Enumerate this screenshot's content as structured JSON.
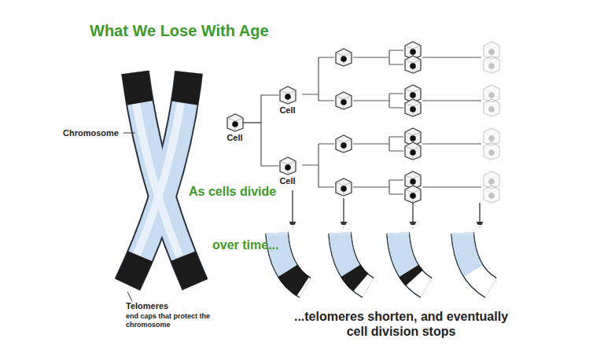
{
  "diagram": {
    "title": "What We Lose With Age",
    "nodes": [
      {
        "text": [
          "Cell"
        ]
      },
      {
        "text": [
          "Cell"
        ]
      },
      {
        "text": [
          "Cell"
        ]
      }
    ],
    "edges": [
      {
        "from": 0,
        "to": 1,
        "arrow": "none"
      },
      {
        "from": 0,
        "to": 2,
        "arrow": "none"
      }
    ],
    "labels": [
      "Chromosome",
      "Telomeres",
      "end caps that protect the chromosome",
      "As cells divide",
      "over time...",
      "...telomeres shorten, and eventually cell division stops"
    ]
  }
}
